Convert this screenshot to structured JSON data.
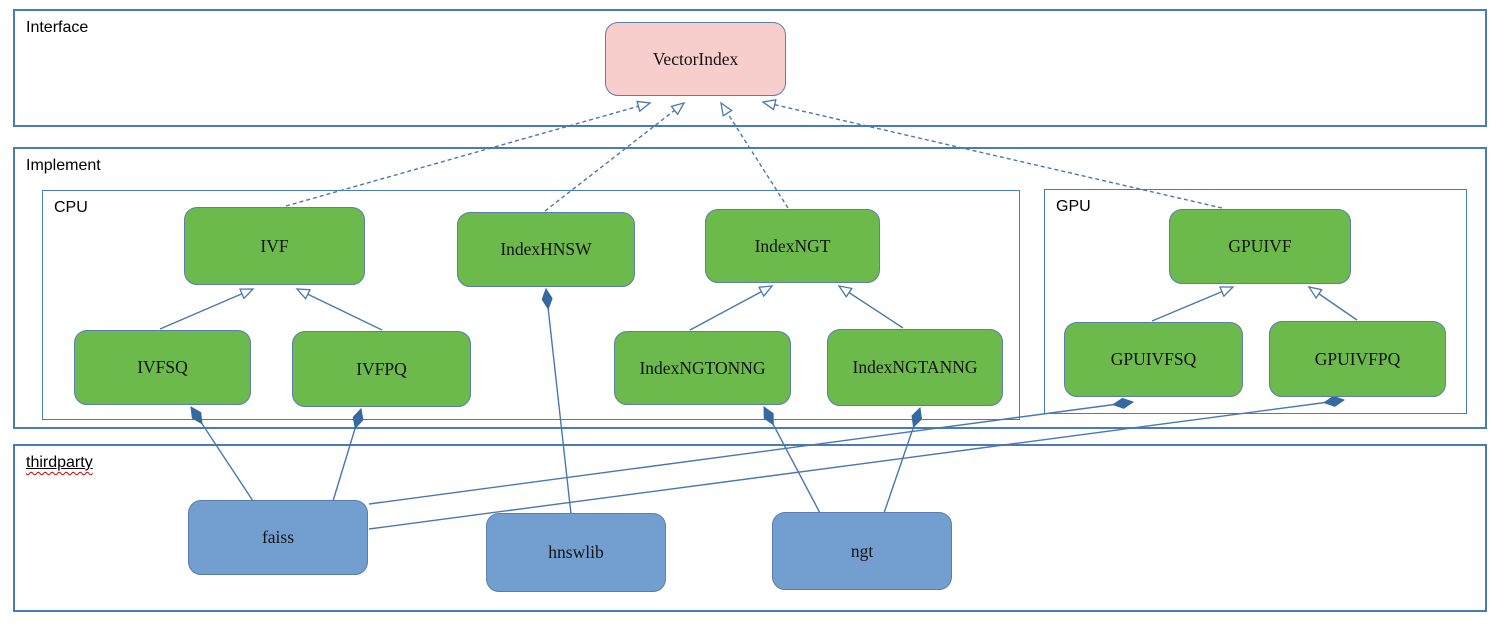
{
  "diagram": {
    "sections": {
      "interface": {
        "label": "Interface"
      },
      "implement": {
        "label": "Implement"
      },
      "cpu": {
        "label": "CPU"
      },
      "gpu": {
        "label": "GPU"
      },
      "thirdparty": {
        "label": "thirdparty",
        "spellcheck_underline": true
      }
    },
    "nodes": {
      "vectorindex": {
        "label": "VectorIndex",
        "kind": "interface",
        "section": "interface"
      },
      "ivf": {
        "label": "IVF",
        "kind": "class",
        "section": "cpu"
      },
      "indexhnsw": {
        "label": "IndexHNSW",
        "kind": "class",
        "section": "cpu"
      },
      "indexngt": {
        "label": "IndexNGT",
        "kind": "class",
        "section": "cpu"
      },
      "ivfsq": {
        "label": "IVFSQ",
        "kind": "class",
        "section": "cpu"
      },
      "ivfpq": {
        "label": "IVFPQ",
        "kind": "class",
        "section": "cpu"
      },
      "indexngtonng": {
        "label": "IndexNGTONNG",
        "kind": "class",
        "section": "cpu"
      },
      "indexngtanng": {
        "label": "IndexNGTANNG",
        "kind": "class",
        "section": "cpu"
      },
      "gpuivf": {
        "label": "GPUIVF",
        "kind": "class",
        "section": "gpu"
      },
      "gpuivfsq": {
        "label": "GPUIVFSQ",
        "kind": "class",
        "section": "gpu"
      },
      "gpuivfpq": {
        "label": "GPUIVFPQ",
        "kind": "class",
        "section": "gpu"
      },
      "faiss": {
        "label": "faiss",
        "kind": "library",
        "section": "thirdparty"
      },
      "hnswlib": {
        "label": "hnswlib",
        "kind": "library",
        "section": "thirdparty"
      },
      "ngt": {
        "label": "ngt",
        "kind": "library",
        "section": "thirdparty"
      }
    },
    "edges": [
      {
        "from": "ivf",
        "to": "vectorindex",
        "type": "realization"
      },
      {
        "from": "indexhnsw",
        "to": "vectorindex",
        "type": "realization"
      },
      {
        "from": "indexngt",
        "to": "vectorindex",
        "type": "realization"
      },
      {
        "from": "gpuivf",
        "to": "vectorindex",
        "type": "realization"
      },
      {
        "from": "ivfsq",
        "to": "ivf",
        "type": "generalization"
      },
      {
        "from": "ivfpq",
        "to": "ivf",
        "type": "generalization"
      },
      {
        "from": "indexngtonng",
        "to": "indexngt",
        "type": "generalization"
      },
      {
        "from": "indexngtanng",
        "to": "indexngt",
        "type": "generalization"
      },
      {
        "from": "gpuivfsq",
        "to": "gpuivf",
        "type": "generalization"
      },
      {
        "from": "gpuivfpq",
        "to": "gpuivf",
        "type": "generalization"
      },
      {
        "from": "ivfsq",
        "to": "faiss",
        "type": "composition"
      },
      {
        "from": "ivfpq",
        "to": "faiss",
        "type": "composition"
      },
      {
        "from": "indexhnsw",
        "to": "hnswlib",
        "type": "composition"
      },
      {
        "from": "indexngtonng",
        "to": "ngt",
        "type": "composition"
      },
      {
        "from": "indexngtanng",
        "to": "ngt",
        "type": "composition"
      },
      {
        "from": "gpuivfsq",
        "to": "faiss",
        "type": "composition"
      },
      {
        "from": "gpuivfpq",
        "to": "faiss",
        "type": "composition"
      }
    ],
    "colors": {
      "interface_fill": "#f8cecc",
      "class_fill": "#6cb94c",
      "library_fill": "#729fcf",
      "node_border": "#5a7fae",
      "section_border": "#4a7ab8",
      "line": "#4a77ad",
      "diamond": "#36699f",
      "spellcheck": "#cc0000"
    }
  }
}
